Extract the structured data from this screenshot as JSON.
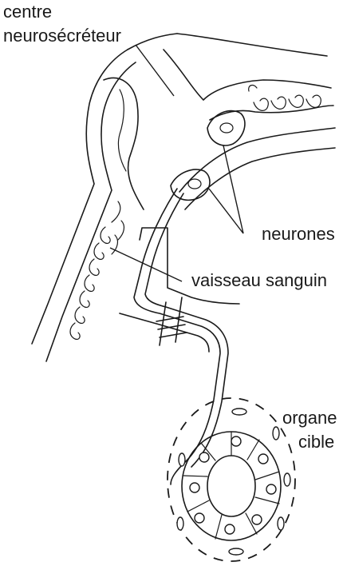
{
  "labels": {
    "centre_line1": "centre",
    "centre_line2": "neurosécréteur",
    "neurones": "neurones",
    "vaisseau": "vaisseau sanguin",
    "organe_line1": "organe",
    "organe_line2": "cible"
  }
}
